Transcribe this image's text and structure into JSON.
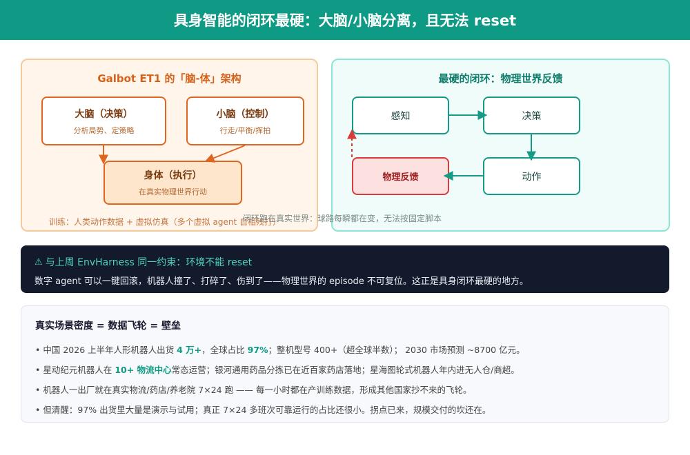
{
  "header": {
    "title": "具身智能的闭环最硬：大脑/小脑分离，且无法 reset"
  },
  "left_panel": {
    "title": "Galbot ET1 的「脑-体」架构",
    "brain": {
      "title": "大脑（决策）",
      "subtitle": "分析局势、定策略"
    },
    "cerebellum": {
      "title": "小脑（控制）",
      "subtitle": "行走/平衡/挥拍"
    },
    "body": {
      "title": "身体（执行）",
      "subtitle": "在真实物理世界行动"
    },
    "caption": "训练：人类动作数据 + 虚拟仿真（多个虚拟 agent 自相残打）"
  },
  "right_panel": {
    "title": "最硬的闭环：物理世界反馈",
    "nodes": {
      "perceive": "感知",
      "decide": "决策",
      "act": "动作",
      "feedback": "物理反馈"
    },
    "caption": "闭环跑在真实世界：球路每瞬都在变，无法按固定脚本"
  },
  "notice": {
    "icon": "warning-icon",
    "title": "与上周 EnvHarness 同一约束：环境不能 reset",
    "body": "数字 agent 可以一键回滚，机器人撞了、打碎了、伤到了——物理世界的 episode 不可复位。这正是具身闭环最硬的地方。"
  },
  "info": {
    "title": "真实场景密度 = 数据飞轮 = 壁垒",
    "bullet": "•",
    "rows": [
      {
        "a": "中国 2026 上半年人形机器人出货 ",
        "b": "4 万+",
        "c": "，全球占比 ",
        "d": "97%",
        "e": "；整机型号 400+（超全球半数）； 2030 市场预测 ~8700 亿元。"
      },
      {
        "a": "星动纪元机器人在 ",
        "b": "10+ 物流中心",
        "c": "常态运营；银河通用药品分拣已在近百家药店落地；星海图轮式机器人年内进无人仓/商超。"
      },
      {
        "a": "机器人一出厂就在真实物流/药店/养老院 7×24 跑 —— 每一小时都在产训练数据，形成其他国家抄不来的飞轮。"
      },
      {
        "a": "但清醒：97% 出货里大量是演示与试用；真正 7×24 多班次可靠运行的占比还很小。拐点已来，规模交付的坎还在。"
      }
    ]
  },
  "colors": {
    "teal": "#0f9a85",
    "orange": "#e0651f",
    "red": "#d93a3a",
    "dark": "#121a2c"
  }
}
